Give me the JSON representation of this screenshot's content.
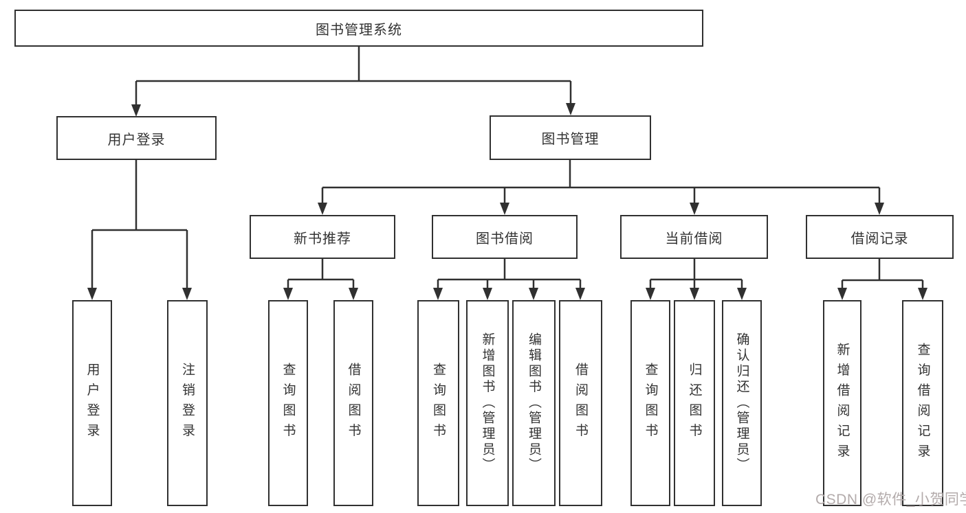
{
  "diagram": {
    "title": "图书管理系统",
    "level2": [
      {
        "label": "用户登录"
      },
      {
        "label": "图书管理"
      }
    ],
    "level3": [
      {
        "label": "新书推荐",
        "parent": "图书管理"
      },
      {
        "label": "图书借阅",
        "parent": "图书管理"
      },
      {
        "label": "当前借阅",
        "parent": "图书管理"
      },
      {
        "label": "借阅记录",
        "parent": "图书管理"
      }
    ],
    "leaves": [
      {
        "label": "用户登录",
        "parent": "用户登录"
      },
      {
        "label": "注销登录",
        "parent": "用户登录"
      },
      {
        "label": "查询图书",
        "parent": "新书推荐"
      },
      {
        "label": "借阅图书",
        "parent": "新书推荐"
      },
      {
        "label": "查询图书",
        "parent": "图书借阅"
      },
      {
        "label": "新增图书（管理员）",
        "parent": "图书借阅"
      },
      {
        "label": "编辑图书（管理员）",
        "parent": "图书借阅"
      },
      {
        "label": "借阅图书",
        "parent": "图书借阅"
      },
      {
        "label": "查询图书",
        "parent": "当前借阅"
      },
      {
        "label": "归还图书",
        "parent": "当前借阅"
      },
      {
        "label": "确认归还（管理员）",
        "parent": "当前借阅"
      },
      {
        "label": "新增借阅记录",
        "parent": "借阅记录"
      },
      {
        "label": "查询借阅记录",
        "parent": "借阅记录"
      }
    ],
    "colors": {
      "line": "#303030",
      "text": "#333333",
      "background": "#ffffff",
      "watermark": "#b3abab"
    }
  },
  "watermark": {
    "text": "CSDN @软件_小贺同学"
  }
}
